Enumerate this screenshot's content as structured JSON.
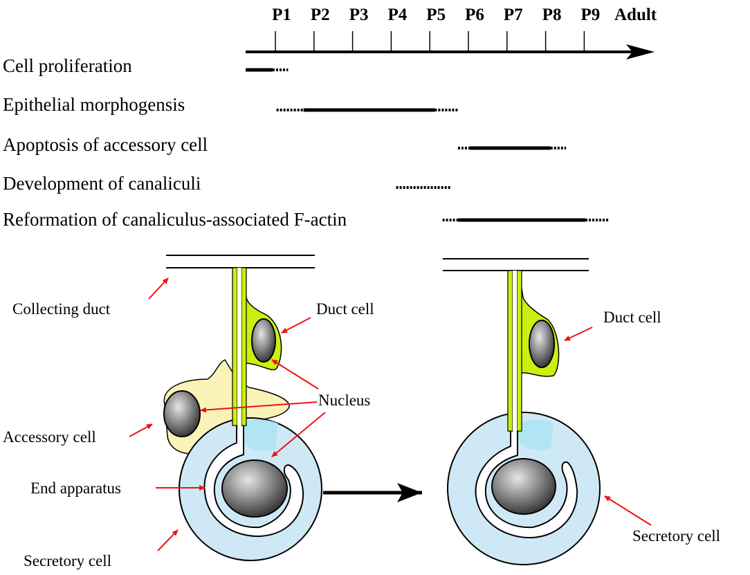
{
  "timeline": {
    "ticks": [
      "P1",
      "P2",
      "P3",
      "P4",
      "P5",
      "P6",
      "P7",
      "P8",
      "P9",
      "Adult"
    ],
    "rows": [
      {
        "label": "Cell proliferation",
        "solid": [
          0.0,
          0.7
        ],
        "dashed": [
          0.7,
          1.1
        ]
      },
      {
        "label": "Epithelial morphogensis",
        "solid": [
          1.5,
          4.9
        ],
        "dashed_start": [
          0.8,
          1.5
        ],
        "dashed_end": [
          4.9,
          5.5
        ]
      },
      {
        "label": "Apoptosis of accessory cell",
        "solid": [
          5.8,
          7.9
        ],
        "dashed_start": [
          5.5,
          5.8
        ],
        "dashed_end": [
          7.9,
          8.3
        ]
      },
      {
        "label": "Development of canaliculi",
        "dashed": [
          3.9,
          5.3
        ]
      },
      {
        "label": "Reformation of canaliculus-associated F-actin",
        "solid": [
          5.5,
          8.8
        ],
        "dashed_start": [
          5.1,
          5.5
        ],
        "dashed_end": [
          8.8,
          9.4
        ]
      }
    ]
  },
  "labels": {
    "collecting_duct": "Collecting duct",
    "duct_cell_left": "Duct cell",
    "nucleus": "Nucleus",
    "accessory_cell": "Accessory cell",
    "end_apparatus": "End apparatus",
    "secretory_cell_left": "Secretory cell",
    "duct_cell_right": "Duct cell",
    "secretory_cell_right": "Secretory cell"
  },
  "colors": {
    "duct_green": "#ccee11",
    "accessory_yellow": "#fbf2b8",
    "secretory_blue": "#cfe8f5",
    "pointer_red": "#ee1111",
    "nucleus_gray": "#707070"
  }
}
